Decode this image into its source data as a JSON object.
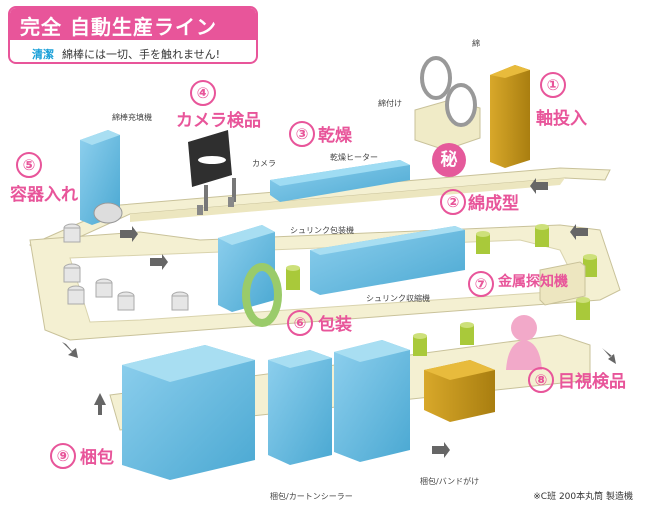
{
  "header": {
    "title": "完全 自動生産ライン",
    "tag": "清潔",
    "subtitle": "綿棒には一切、手を触れません!"
  },
  "steps": [
    {
      "num": "①",
      "label": "軸投入"
    },
    {
      "num": "②",
      "label": "綿成型"
    },
    {
      "num": "③",
      "label": "乾燥"
    },
    {
      "num": "④",
      "label": "カメラ検品"
    },
    {
      "num": "⑤",
      "label": "容器入れ"
    },
    {
      "num": "⑥",
      "label": "包装"
    },
    {
      "num": "⑦",
      "label": "金属探知機"
    },
    {
      "num": "⑧",
      "label": "目視検品"
    },
    {
      "num": "⑨",
      "label": "梱包"
    }
  ],
  "machine_labels": {
    "cotton": "綿",
    "cotton_attach": "綿付け",
    "swab_filler": "綿棒充填機",
    "camera": "カメラ",
    "dryer_heater": "乾燥ヒーター",
    "shrink_wrapper": "シュリンク包装機",
    "shrink_tunnel": "シュリンク収縮機",
    "carton_sealer": "梱包/カートンシーラー",
    "band_wrap": "梱包/バンドがけ"
  },
  "secret_badge": "秘",
  "footnote": "※C班 200本丸筒 製造機",
  "colors": {
    "accent_pink": "#e8559a",
    "machine_blue": "#5fb8dd",
    "conveyor_cream": "#f4f0d2",
    "container_green": "#a9c93a",
    "box_gold": "#c79a1c",
    "inspector_pink": "#f2a9c9"
  }
}
